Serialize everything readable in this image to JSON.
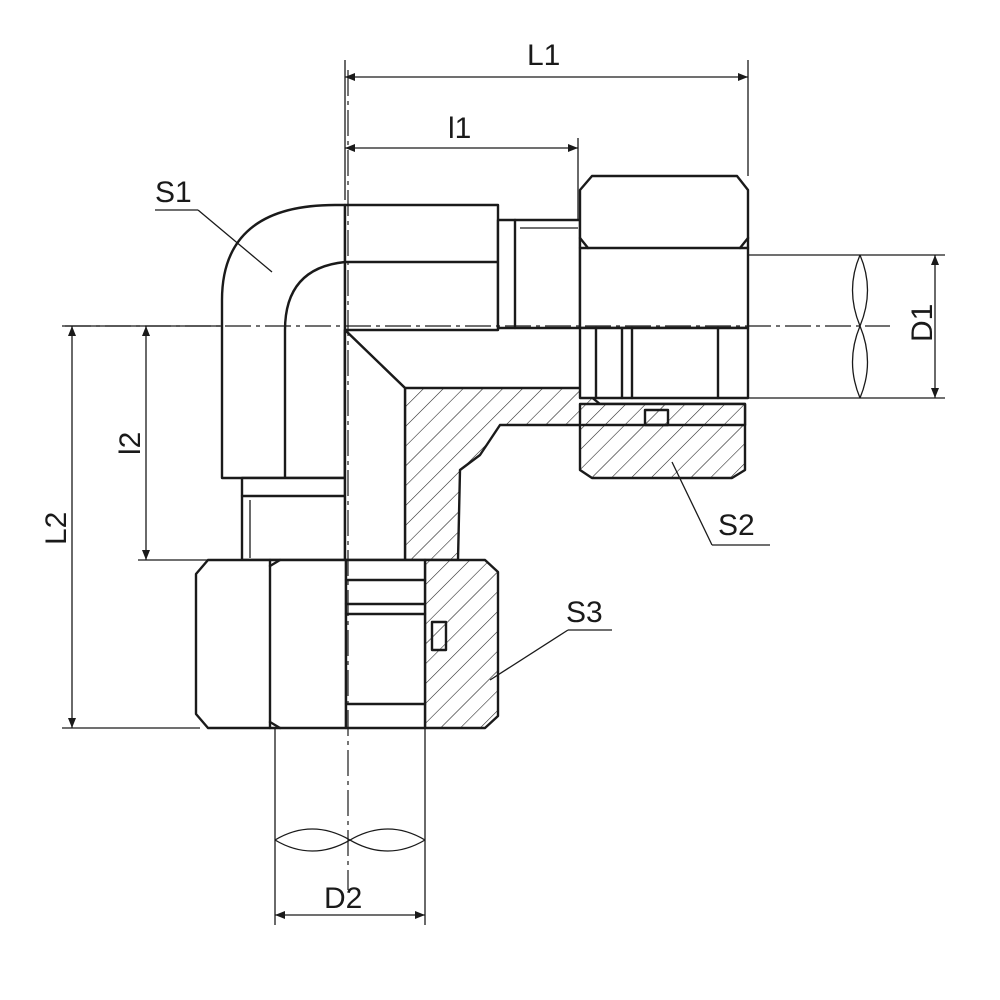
{
  "labels": {
    "L1": "L1",
    "l1": "l1",
    "S1": "S1",
    "S2": "S2",
    "S3": "S3",
    "D1": "D1",
    "D2": "D2",
    "L2": "L2",
    "l2": "l2"
  },
  "colors": {
    "line": "#1a1a1a",
    "background": "#ffffff"
  }
}
